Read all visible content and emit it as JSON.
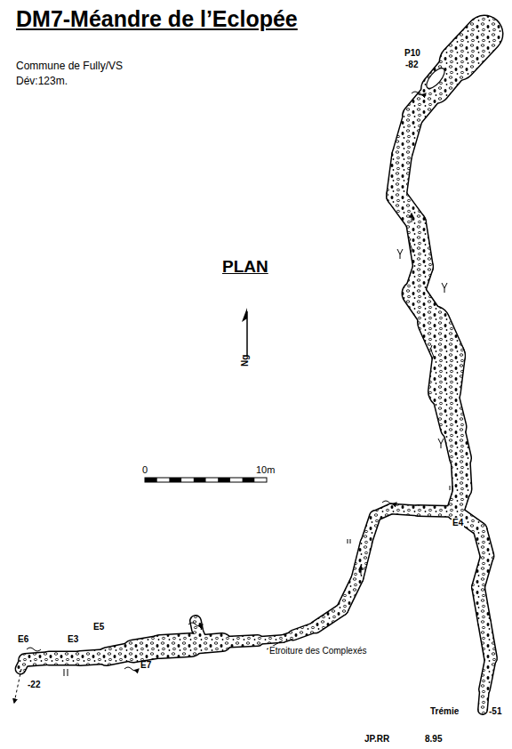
{
  "diagram": {
    "title": "DM7-Méandre de l’Eclopée",
    "labels": [
      "Commune de Fully/VS",
      "Dév:123m.",
      "PLAN",
      "Ng",
      "0",
      "10m",
      "P10",
      "-82",
      "E4",
      "E5",
      "E3",
      "E6",
      "E7",
      "-22",
      "Etroiture des Complexés",
      "Trémie",
      "-51",
      "JP.RR",
      "8.95"
    ]
  }
}
